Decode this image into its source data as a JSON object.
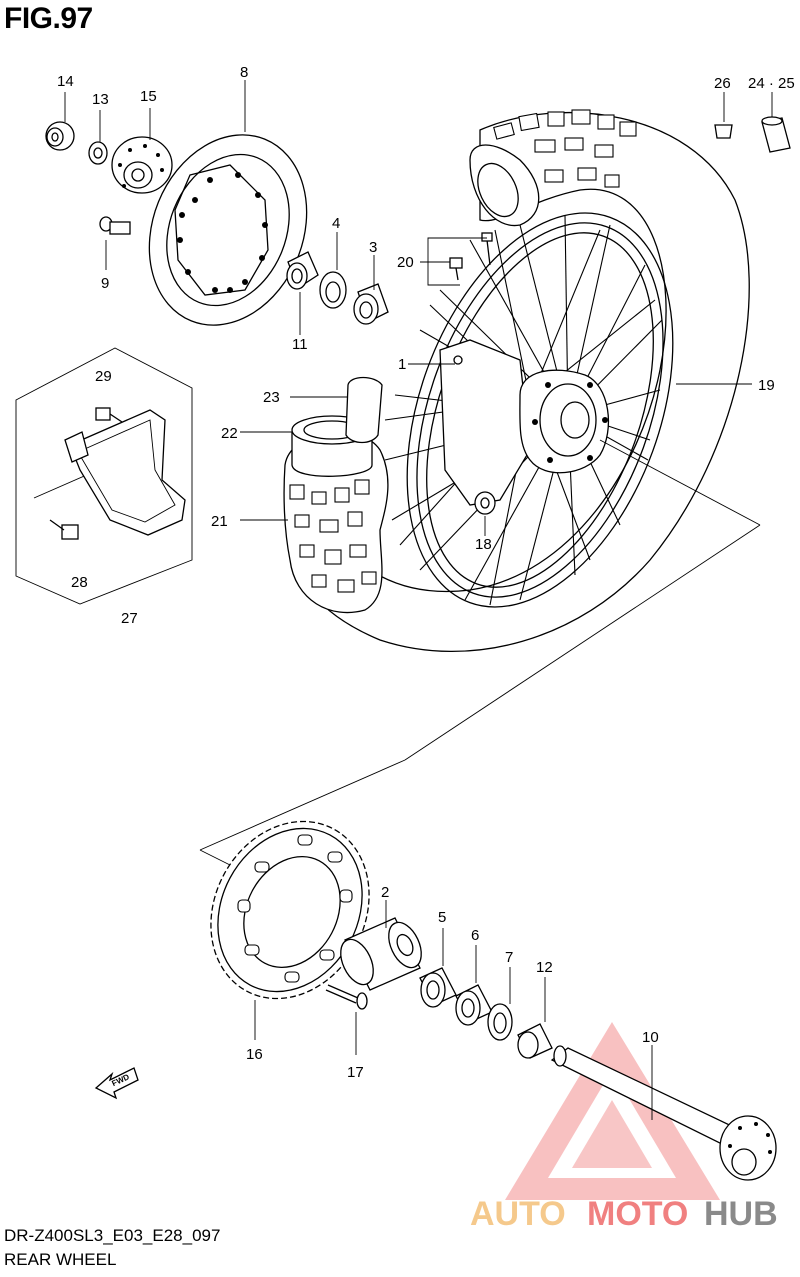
{
  "figure": {
    "title": "FIG.97",
    "model_code": "DR-Z400SL3_E03_E28_097",
    "section_name": "REAR WHEEL"
  },
  "callouts": [
    {
      "id": "c14",
      "text": "14"
    },
    {
      "id": "c13",
      "text": "13"
    },
    {
      "id": "c15",
      "text": "15"
    },
    {
      "id": "c8",
      "text": "8"
    },
    {
      "id": "c9",
      "text": "9"
    },
    {
      "id": "c4",
      "text": "4"
    },
    {
      "id": "c3",
      "text": "3"
    },
    {
      "id": "c11",
      "text": "11"
    },
    {
      "id": "c26",
      "text": "26"
    },
    {
      "id": "c2425",
      "text": "24 · 25"
    },
    {
      "id": "c20",
      "text": "20"
    },
    {
      "id": "c1",
      "text": "1"
    },
    {
      "id": "c19",
      "text": "19"
    },
    {
      "id": "c29",
      "text": "29"
    },
    {
      "id": "c23",
      "text": "23"
    },
    {
      "id": "c22",
      "text": "22"
    },
    {
      "id": "c21",
      "text": "21"
    },
    {
      "id": "c18",
      "text": "18"
    },
    {
      "id": "c28",
      "text": "28"
    },
    {
      "id": "c27",
      "text": "27"
    },
    {
      "id": "c2",
      "text": "2"
    },
    {
      "id": "c5",
      "text": "5"
    },
    {
      "id": "c6",
      "text": "6"
    },
    {
      "id": "c7",
      "text": "7"
    },
    {
      "id": "c12",
      "text": "12"
    },
    {
      "id": "c10",
      "text": "10"
    },
    {
      "id": "c16",
      "text": "16"
    },
    {
      "id": "c17",
      "text": "17"
    }
  ],
  "direction_marker": {
    "text": "FWD",
    "icon": "forward-arrow-icon"
  },
  "watermark": {
    "part1": "AUTO",
    "part2": "MOTO",
    "part3": "HUB",
    "color_primary": "#f08080",
    "color_secondary": "#f5c98c",
    "color_tertiary": "#8a8a8a"
  }
}
